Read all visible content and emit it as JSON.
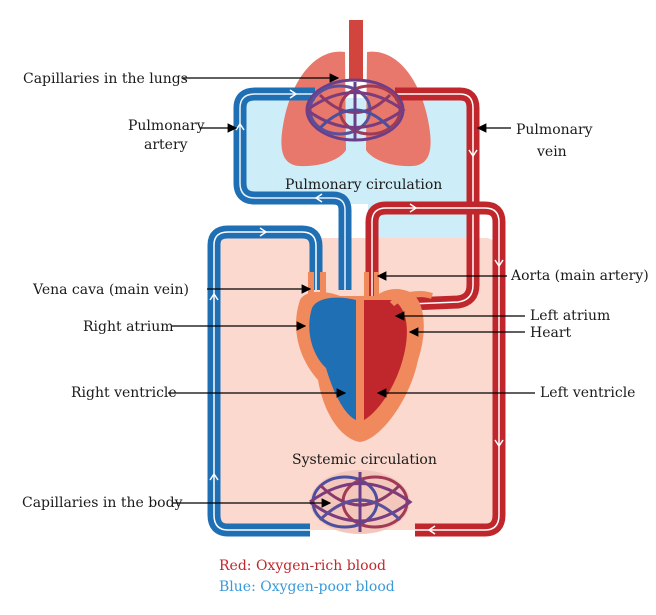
{
  "labels": {
    "capillaries_lungs": "Capillaries in the lungs",
    "pulmonary_artery_1": "Pulmonary",
    "pulmonary_artery_2": "artery",
    "pulmonary_vein_1": "Pulmonary",
    "pulmonary_vein_2": "vein",
    "pulmonary_circulation": "Pulmonary circulation",
    "aorta": "Aorta (main artery)",
    "vena_cava": "Vena cava (main vein)",
    "left_atrium": "Left atrium",
    "heart": "Heart",
    "right_atrium": "Right atrium",
    "right_ventricle": "Right ventricle",
    "left_ventricle": "Left ventricle",
    "systemic_circulation": "Systemic circulation",
    "capillaries_body": "Capillaries in the body"
  },
  "legend": {
    "red_text": "Red: Oxygen-rich blood",
    "blue_text": "Blue: Oxygen-poor blood"
  },
  "colors": {
    "oxygen_rich": "#c0272d",
    "oxygen_poor": "#1f6fb5",
    "legend_red": "#c0272d",
    "legend_blue": "#3a9ad9",
    "pulmonary_fill": "#cdeef8",
    "systemic_fill": "#fbd9cf",
    "lung": "#e8786b",
    "heart_outer": "#f08a5d"
  }
}
